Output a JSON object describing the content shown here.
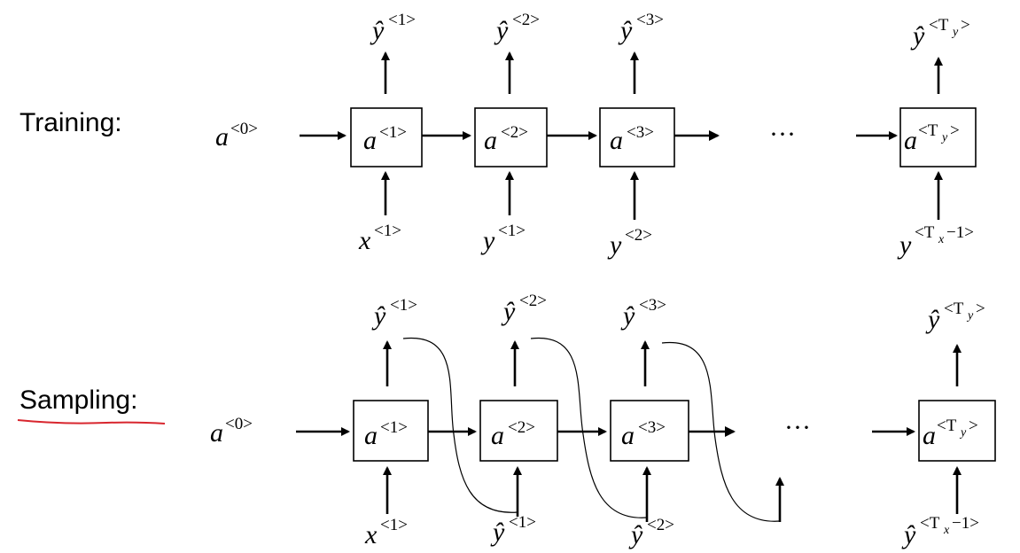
{
  "rows": {
    "training": {
      "label": "Training:",
      "initial_state": {
        "base": "a",
        "sup": "<0>"
      },
      "cells": [
        {
          "base": "a",
          "sup": "<1>"
        },
        {
          "base": "a",
          "sup": "<2>"
        },
        {
          "base": "a",
          "sup": "<3>"
        },
        {
          "base": "a",
          "sup": "<T",
          "sub": "y",
          "close": ">"
        }
      ],
      "outputs": [
        {
          "base": "ŷ",
          "sup": "<1>"
        },
        {
          "base": "ŷ",
          "sup": "<2>"
        },
        {
          "base": "ŷ",
          "sup": "<3>"
        },
        {
          "base": "ŷ",
          "sup": "<T",
          "sub": "y",
          "close": ">"
        }
      ],
      "inputs": [
        {
          "base": "x",
          "sup": "<1>"
        },
        {
          "base": "y",
          "sup": "<1>"
        },
        {
          "base": "y",
          "sup": "<2>"
        },
        {
          "base": "y",
          "sup": "<T",
          "sub": "x",
          "close": "−1>"
        }
      ],
      "ellipsis": "···"
    },
    "sampling": {
      "label": "Sampling:",
      "initial_state": {
        "base": "a",
        "sup": "<0>"
      },
      "cells": [
        {
          "base": "a",
          "sup": "<1>"
        },
        {
          "base": "a",
          "sup": "<2>"
        },
        {
          "base": "a",
          "sup": "<3>"
        },
        {
          "base": "a",
          "sup": "<T",
          "sub": "y",
          "close": ">"
        }
      ],
      "outputs": [
        {
          "base": "ŷ",
          "sup": "<1>"
        },
        {
          "base": "ŷ",
          "sup": "<2>"
        },
        {
          "base": "ŷ",
          "sup": "<3>"
        },
        {
          "base": "ŷ",
          "sup": "<T",
          "sub": "y",
          "close": ">"
        }
      ],
      "inputs": [
        {
          "base": "x",
          "sup": "<1>"
        },
        {
          "base": "ŷ",
          "sup": "<1>"
        },
        {
          "base": "ŷ",
          "sup": "<2>"
        },
        {
          "base": "ŷ",
          "sup": "<T",
          "sub": "x",
          "close": "−1>"
        }
      ],
      "ellipsis": "···"
    }
  },
  "colors": {
    "ink": "#000000",
    "annotation_underline": "#d8262e"
  }
}
